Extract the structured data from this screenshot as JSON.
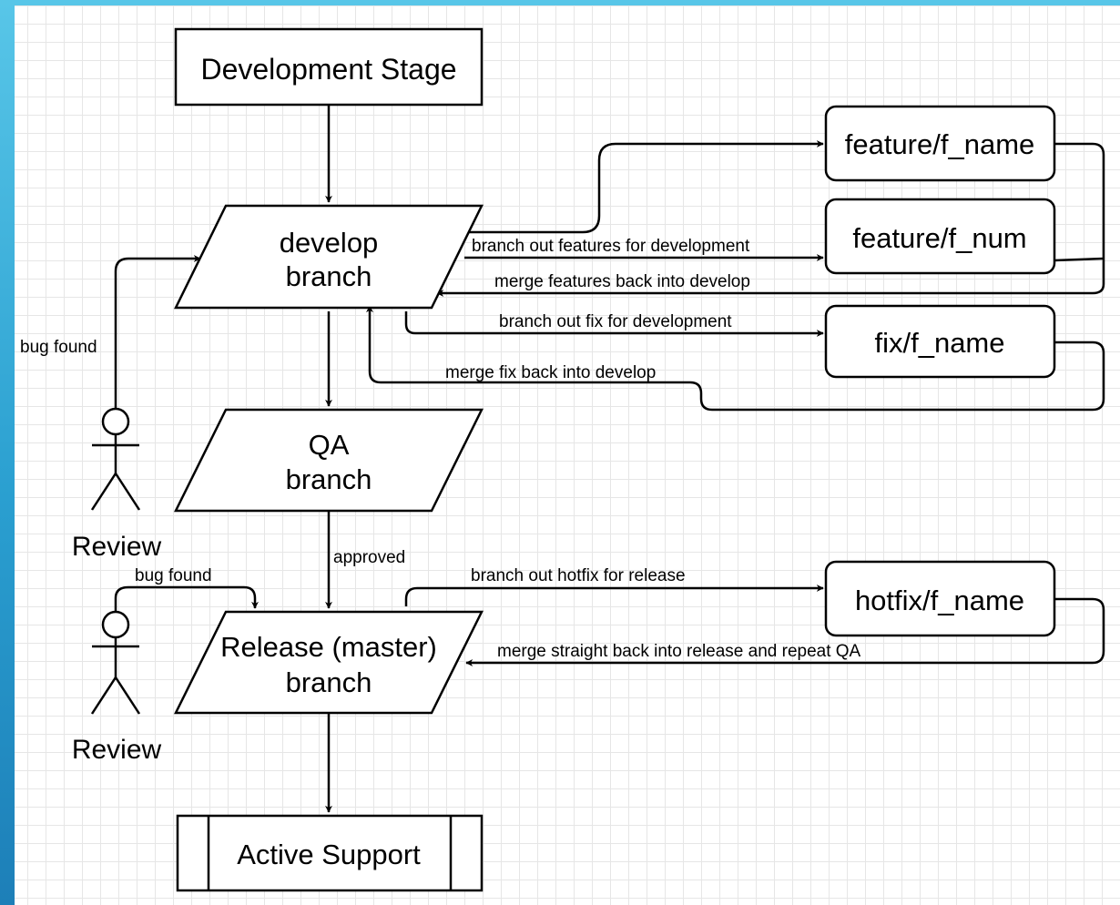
{
  "nodes": {
    "development_stage": "Development Stage",
    "develop_branch": [
      "develop",
      "branch"
    ],
    "qa_branch": [
      "QA",
      "branch"
    ],
    "release_branch": [
      "Release (master)",
      "branch"
    ],
    "active_support": "Active Support",
    "feature_f_name": "feature/f_name",
    "feature_f_num": "feature/f_num",
    "fix_f_name": "fix/f_name",
    "hotfix_f_name": "hotfix/f_name"
  },
  "actors": {
    "review_top": "Review",
    "review_bottom": "Review"
  },
  "edge_labels": {
    "branch_features": "branch out features for development",
    "merge_features": "merge features back into develop",
    "branch_fix": "branch out fix for development",
    "merge_fix": "merge fix back into develop",
    "bug_found_top": "bug found",
    "bug_found_bottom": "bug found",
    "approved": "approved",
    "branch_hotfix": "branch out hotfix for release",
    "merge_hotfix": "merge straight back into release and repeat QA"
  },
  "colors": {
    "frame_accent": "#2a9fd0",
    "grid_line": "#e6e6e6",
    "stroke": "#000000"
  }
}
